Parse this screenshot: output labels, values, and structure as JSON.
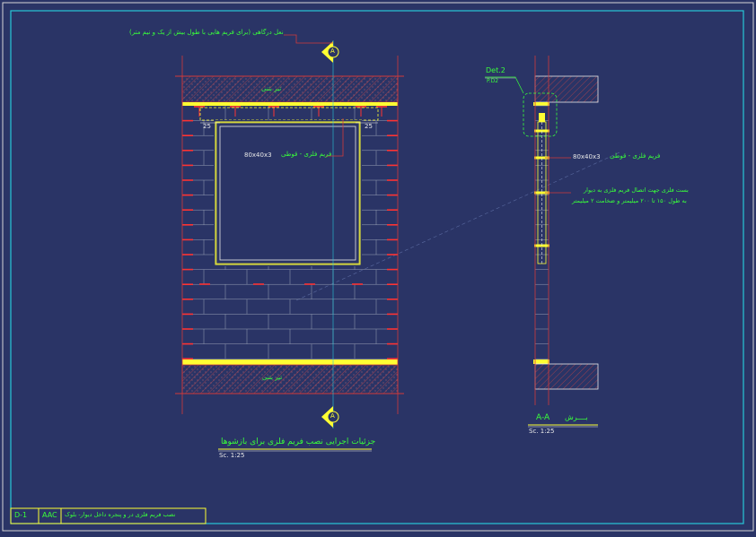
{
  "sheet": {
    "code": "D-1",
    "system": "AAC",
    "title": "نصب فریم فلزی در و پنجره داخل دیوار- بلوک"
  },
  "elevation": {
    "top_beam_label": "تیر بتنی",
    "bottom_beam_label": "تیر بتنی",
    "lintel_note": "نعل درگاهی (برای فریم هایی با طول بیش از یک و نیم متر)",
    "frame_label": "فریم فلزی - قوطی",
    "frame_size": "80x40x3",
    "dim_left": "25",
    "dim_right": "25",
    "section_mark": "A",
    "caption": "جزئیات اجرایی نصب فریم فلزی برای بازشوها",
    "scale": "Sc. 1:25"
  },
  "section": {
    "detail_ref": "Det.2",
    "detail_sheet": "P.D2",
    "frame_label": "فریم فلزی - قوطی",
    "frame_size": "80x40x3",
    "anchor_note_line1": "بست فلزی جهت اتصال فریم فلزی به دیوار",
    "anchor_note_line2": "به طول ۱۵۰ تا ۲۰۰ میلیمتر و ضخامت ۲ میلیمتر",
    "title": "A-A",
    "title_fa": "بــــرش",
    "scale": "Sc. 1:25"
  },
  "colors": {
    "background": "#2a3466",
    "frame_border": "#28c8d8",
    "beam": "#d23a3a",
    "text_green": "#39ff3a",
    "text_yellow": "#ffff33",
    "block_joint": "#9aa3b8"
  }
}
